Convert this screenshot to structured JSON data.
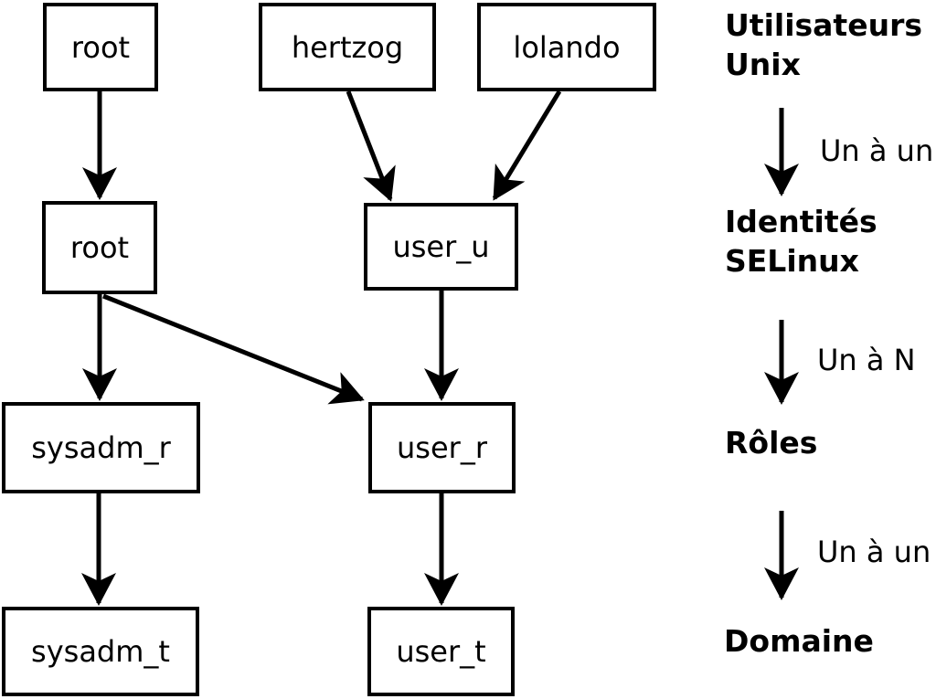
{
  "colors": {
    "ink": "#000000",
    "paper": "#ffffff"
  },
  "nodes": [
    {
      "label": "root"
    },
    {
      "label": "hertzog"
    },
    {
      "label": "lolando"
    },
    {
      "label": "root"
    },
    {
      "label": "user_u"
    },
    {
      "label": "sysadm_r"
    },
    {
      "label": "user_r"
    },
    {
      "label": "sysadm_t"
    },
    {
      "label": "user_t"
    }
  ],
  "legend": {
    "levels": [
      "Utilisateurs\nUnix",
      "Identités\nSELinux",
      "Rôles",
      "Domaine"
    ],
    "relations": [
      "Un à un",
      "Un à N",
      "Un à un"
    ]
  }
}
